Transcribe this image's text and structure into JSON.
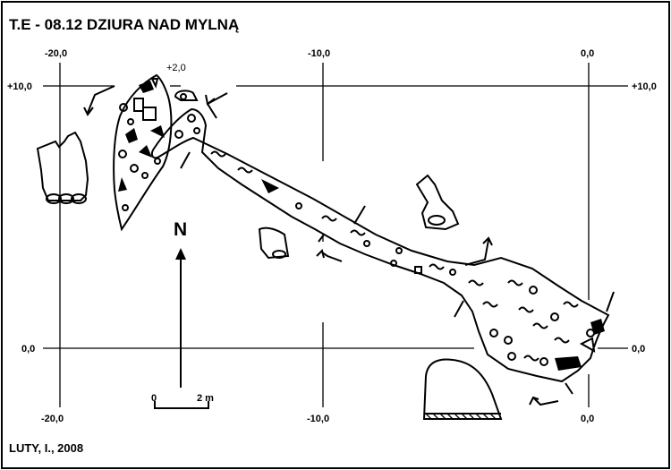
{
  "title": "T.E - 08.12  DZIURA NAD MYLNĄ",
  "author": "LUTY, I., 2008",
  "north_label": "N",
  "scale": {
    "start": "0",
    "end": "2 m"
  },
  "elevation_label": "+2,0",
  "grid": {
    "x_labels_top": [
      "-20,0",
      "-10,0",
      "0,0"
    ],
    "x_labels_bottom": [
      "-20,0",
      "-10,0",
      "0,0"
    ],
    "y_labels_left": [
      "+10,0",
      "0,0"
    ],
    "y_labels_right": [
      "+10,0",
      "0,0"
    ]
  }
}
